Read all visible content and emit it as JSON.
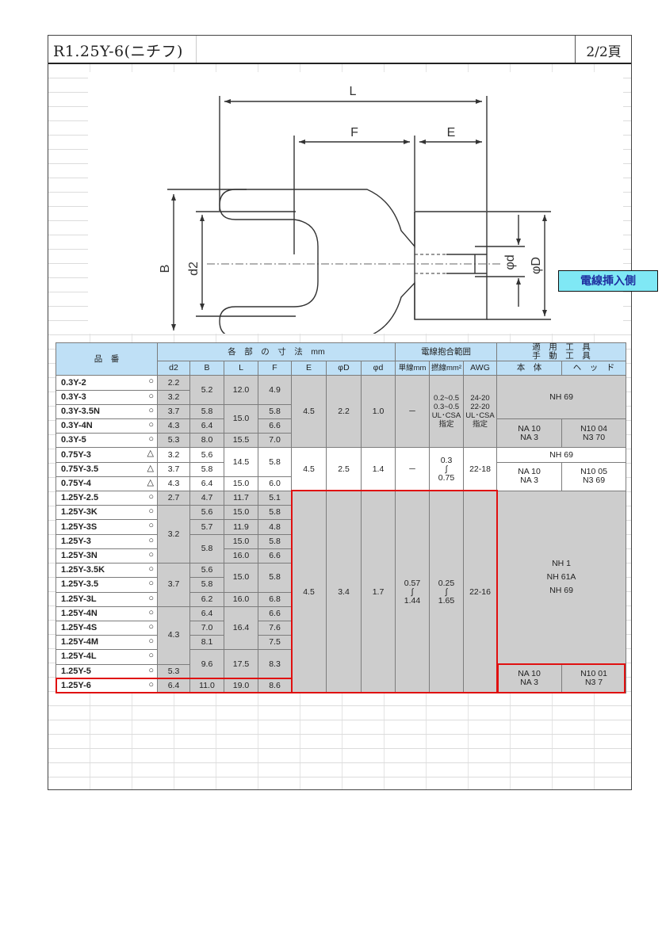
{
  "title": "R1.25Y-6(ニチフ)",
  "page": "2/2頁",
  "diagram": {
    "L": "L",
    "F": "F",
    "E": "E",
    "B": "B",
    "d2": "d2",
    "phid": "φd",
    "phiD": "φD"
  },
  "wire_side": "電線挿入側",
  "table": {
    "h_part": "品　番",
    "h_dims": "各　部　の　寸　法　mm",
    "h_wire": "電線抱合範囲",
    "h_tool1": "適　用　工　具",
    "h_tool2": "手　動　工　具",
    "h_d2": "d2",
    "h_B": "B",
    "h_L": "L",
    "h_F": "F",
    "h_E": "E",
    "h_phiD": "φD",
    "h_phid": "φd",
    "h_single": "単線mm",
    "h_strand": "撚線mm²",
    "h_awg": "AWG",
    "h_body": "本　体",
    "h_head": "ヘ　ッ　ド",
    "rows": [
      {
        "pn": "0.3Y-2",
        "mk": "○"
      },
      {
        "pn": "0.3Y-3",
        "mk": "○"
      },
      {
        "pn": "0.3Y-3.5N",
        "mk": "○"
      },
      {
        "pn": "0.3Y-4N",
        "mk": "○"
      },
      {
        "pn": "0.3Y-5",
        "mk": "○"
      },
      {
        "pn": "0.75Y-3",
        "mk": "△"
      },
      {
        "pn": "0.75Y-3.5",
        "mk": "△"
      },
      {
        "pn": "0.75Y-4",
        "mk": "△"
      },
      {
        "pn": "1.25Y-2.5",
        "mk": "○"
      },
      {
        "pn": "1.25Y-3K",
        "mk": "○"
      },
      {
        "pn": "1.25Y-3S",
        "mk": "○"
      },
      {
        "pn": "1.25Y-3",
        "mk": "○"
      },
      {
        "pn": "1.25Y-3N",
        "mk": "○"
      },
      {
        "pn": "1.25Y-3.5K",
        "mk": "○"
      },
      {
        "pn": "1.25Y-3.5",
        "mk": "○"
      },
      {
        "pn": "1.25Y-3L",
        "mk": "○"
      },
      {
        "pn": "1.25Y-4N",
        "mk": "○"
      },
      {
        "pn": "1.25Y-4S",
        "mk": "○"
      },
      {
        "pn": "1.25Y-4M",
        "mk": "○"
      },
      {
        "pn": "1.25Y-4L",
        "mk": "○"
      },
      {
        "pn": "1.25Y-5",
        "mk": "○"
      },
      {
        "pn": "1.25Y-6",
        "mk": "○"
      }
    ],
    "g03": {
      "d2": [
        "2.2",
        "3.2",
        "3.7",
        "4.3",
        "5.3"
      ],
      "B1": "5.2",
      "B2": "5.8",
      "B3": "6.4",
      "B4": "8.0",
      "L1": "12.0",
      "L2": "15.0",
      "L3": "15.5",
      "F1": "4.9",
      "F2": "5.8",
      "F3": "6.6",
      "F4": "7.0",
      "E": "4.5",
      "phiD": "2.2",
      "phid": "1.0",
      "single": "－",
      "s1": "0.2~0.5",
      "s2": "0.3~0.5",
      "s3": "UL･CSA",
      "s4": "指定",
      "a1": "24-20",
      "a2": "22-20",
      "a3": "UL･CSA",
      "a4": "指定",
      "t_nh": "NH 69",
      "t_b1": "NA 10",
      "t_b2": "NA 3",
      "t_h1": "N10 04",
      "t_h2": "N3 70"
    },
    "g075": {
      "d2": [
        "3.2",
        "3.7",
        "4.3"
      ],
      "B": [
        "5.6",
        "5.8",
        "6.4"
      ],
      "L1": "14.5",
      "L2": "15.0",
      "F1": "5.8",
      "F2": "6.0",
      "E": "4.5",
      "phiD": "2.5",
      "phid": "1.4",
      "single": "－",
      "st1": "0.3",
      "st2": "∫",
      "st3": "0.75",
      "awg": "22-18",
      "t_nh": "NH 69",
      "t_b1": "NA 10",
      "t_b2": "NA 3",
      "t_h1": "N10 05",
      "t_h2": "N3 69"
    },
    "g125": {
      "d2_25": "2.7",
      "B_25": "4.7",
      "L_25": "11.7",
      "F_25": "5.1",
      "d2_3": "3.2",
      "B_3K": "5.6",
      "B_3S": "5.7",
      "B_3": "5.8",
      "L_3K": "15.0",
      "L_3S": "11.9",
      "L_3": "15.0",
      "L_3N": "16.0",
      "F_3K": "5.8",
      "F_3S": "4.8",
      "F_3": "5.8",
      "F_3N": "6.6",
      "d2_35": "3.7",
      "B_35K": "5.6",
      "B_35": "5.8",
      "B_35L": "6.2",
      "L_35": "15.0",
      "L_35L": "16.0",
      "F_35": "5.8",
      "F_35L": "6.8",
      "d2_4": "4.3",
      "B_4N": "6.4",
      "B_4S": "7.0",
      "B_4M": "8.1",
      "L_4": "16.4",
      "F_4N": "6.6",
      "F_4S": "7.6",
      "F_4M": "7.5",
      "B_4L": "9.6",
      "L_4L": "17.5",
      "F_4L": "8.3",
      "d2_5": "5.3",
      "d2_6": "6.4",
      "B_6": "11.0",
      "L_6": "19.0",
      "F_6": "8.6",
      "E": "4.5",
      "phiD": "3.4",
      "phid": "1.7",
      "sg1": "0.57",
      "sg2": "∫",
      "sg3": "1.44",
      "st1": "0.25",
      "st2": "∫",
      "st3": "1.65",
      "awg": "22-16",
      "t_1": "NH 1",
      "t_2": "NH 61A",
      "t_3": "NH 69",
      "t_b1": "NA 10",
      "t_b2": "NA 3",
      "t_h1": "N10 01",
      "t_h2": "N3 7"
    }
  }
}
